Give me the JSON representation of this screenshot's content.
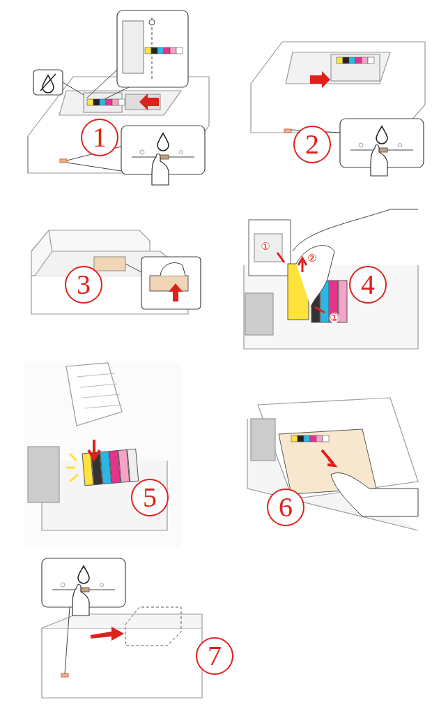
{
  "diagram": {
    "nodes": [
      {
        "text": [
          "1"
        ]
      },
      {
        "text": [
          "2"
        ]
      },
      {
        "text": [
          "3"
        ]
      },
      {
        "text": [
          "4"
        ]
      },
      {
        "text": [
          "5"
        ]
      },
      {
        "text": [
          "6"
        ]
      },
      {
        "text": [
          "7"
        ]
      }
    ],
    "labels": [
      "①",
      "②",
      "①"
    ]
  }
}
